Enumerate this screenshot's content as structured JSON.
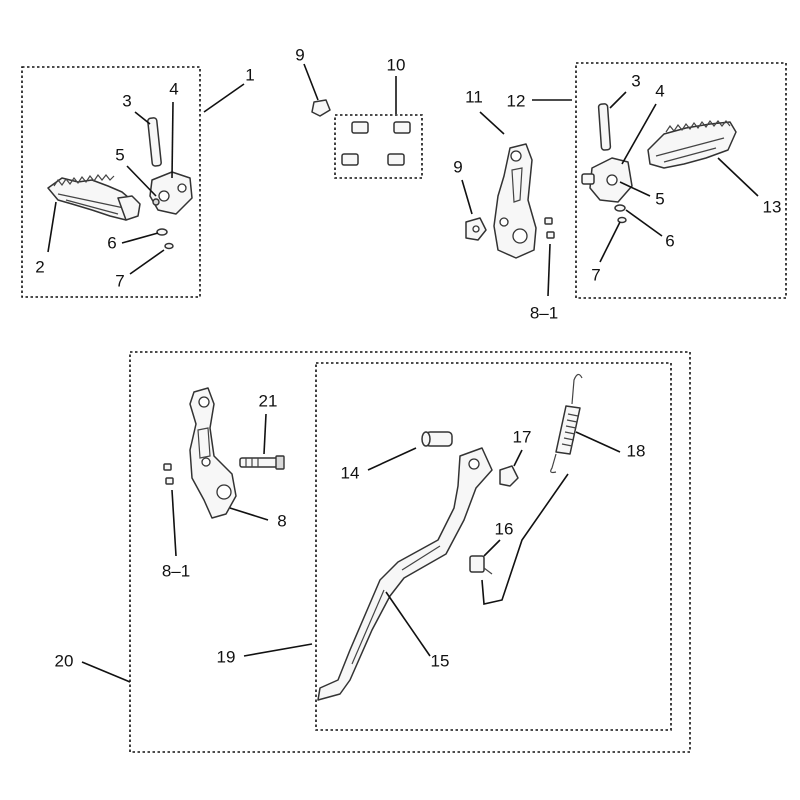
{
  "diagram": {
    "labels": {
      "l1": "1",
      "l2": "2",
      "l3a": "3",
      "l4a": "4",
      "l5a": "5",
      "l6a": "6",
      "l7a": "7",
      "l9a": "9",
      "l10": "10",
      "l11": "11",
      "l12": "12",
      "l9b": "9",
      "l81a": "8–1",
      "l3b": "3",
      "l4b": "4",
      "l5b": "5",
      "l6b": "6",
      "l7b": "7",
      "l13": "13",
      "l21": "21",
      "l8": "8",
      "l81b": "8–1",
      "l14": "14",
      "l17": "17",
      "l18": "18",
      "l16": "16",
      "l15": "15",
      "l19": "19",
      "l20": "20"
    }
  }
}
